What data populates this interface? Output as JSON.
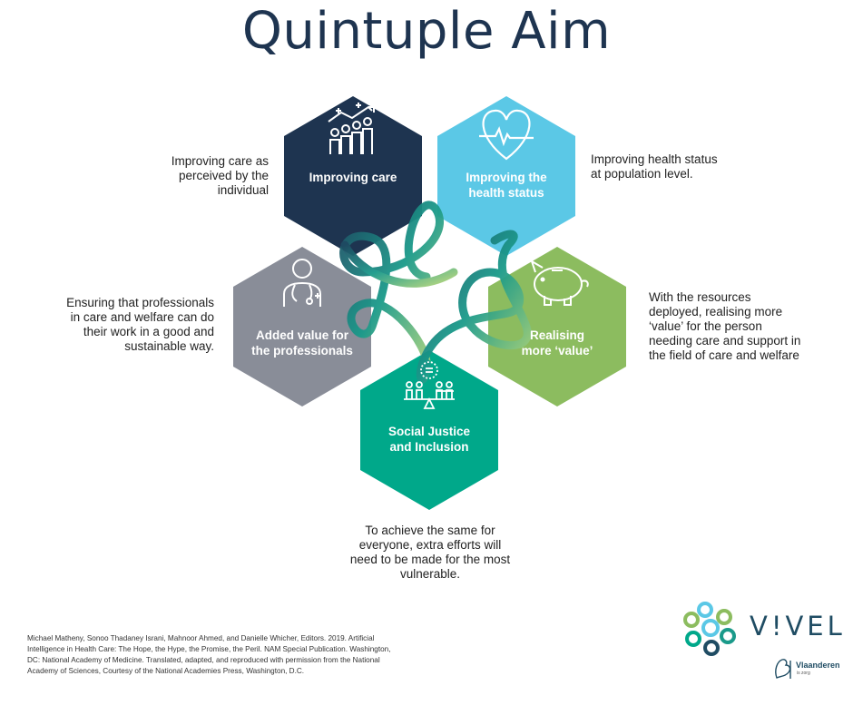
{
  "title": "Quintuple Aim",
  "colors": {
    "title": "#1e3450",
    "improving_care": "#1e3450",
    "health_status": "#5bc8e6",
    "added_value": "#898d98",
    "realising_value": "#8cbc5f",
    "social_justice": "#00a88a"
  },
  "hexagons": [
    {
      "label": "Improving care",
      "icon": "people-growth-icon"
    },
    {
      "label": "Improving the\nhealth status",
      "icon": "heart-pulse-icon"
    },
    {
      "label": "Added value for\nthe professionals",
      "icon": "doctor-icon"
    },
    {
      "label": "Realising\nmore ‘value’",
      "icon": "piggy-bank-icon"
    },
    {
      "label": "Social Justice\nand Inclusion",
      "icon": "balance-scale-icon"
    }
  ],
  "descriptions": {
    "improving_care": "Improving care as\nperceived by the\nindividual",
    "health_status": "Improving health status\nat population level.",
    "added_value": "Ensuring that professionals\nin care and welfare can do\ntheir work in a good and\nsustainable way.",
    "realising_value": "With the resources\ndeployed, realising more\n‘value’ for the person\nneeding care and support in\nthe field of care and welfare",
    "social_justice": "To achieve the same for\neveryone, extra efforts will\nneed to be made for the most\nvulnerable."
  },
  "citation": "Michael Matheny, Sonoo Thadaney Israni, Mahnoor Ahmed, and Danielle Whicher, Editors. 2019. Artificial\nIntelligence in Health Care: The Hope, the Hype, the Promise, the Peril. NAM Special Publication. Washington,\nDC: National Academy of Medicine. Translated, adapted, and reproduced with permission from the National\nAcademy of Sciences, Courtesy of the National Academies Press, Washington, D.C.",
  "logos": {
    "vivel": "V!VEL",
    "vlaanderen": "Vlaanderen",
    "vlaanderen_tagline": "is zorg"
  }
}
